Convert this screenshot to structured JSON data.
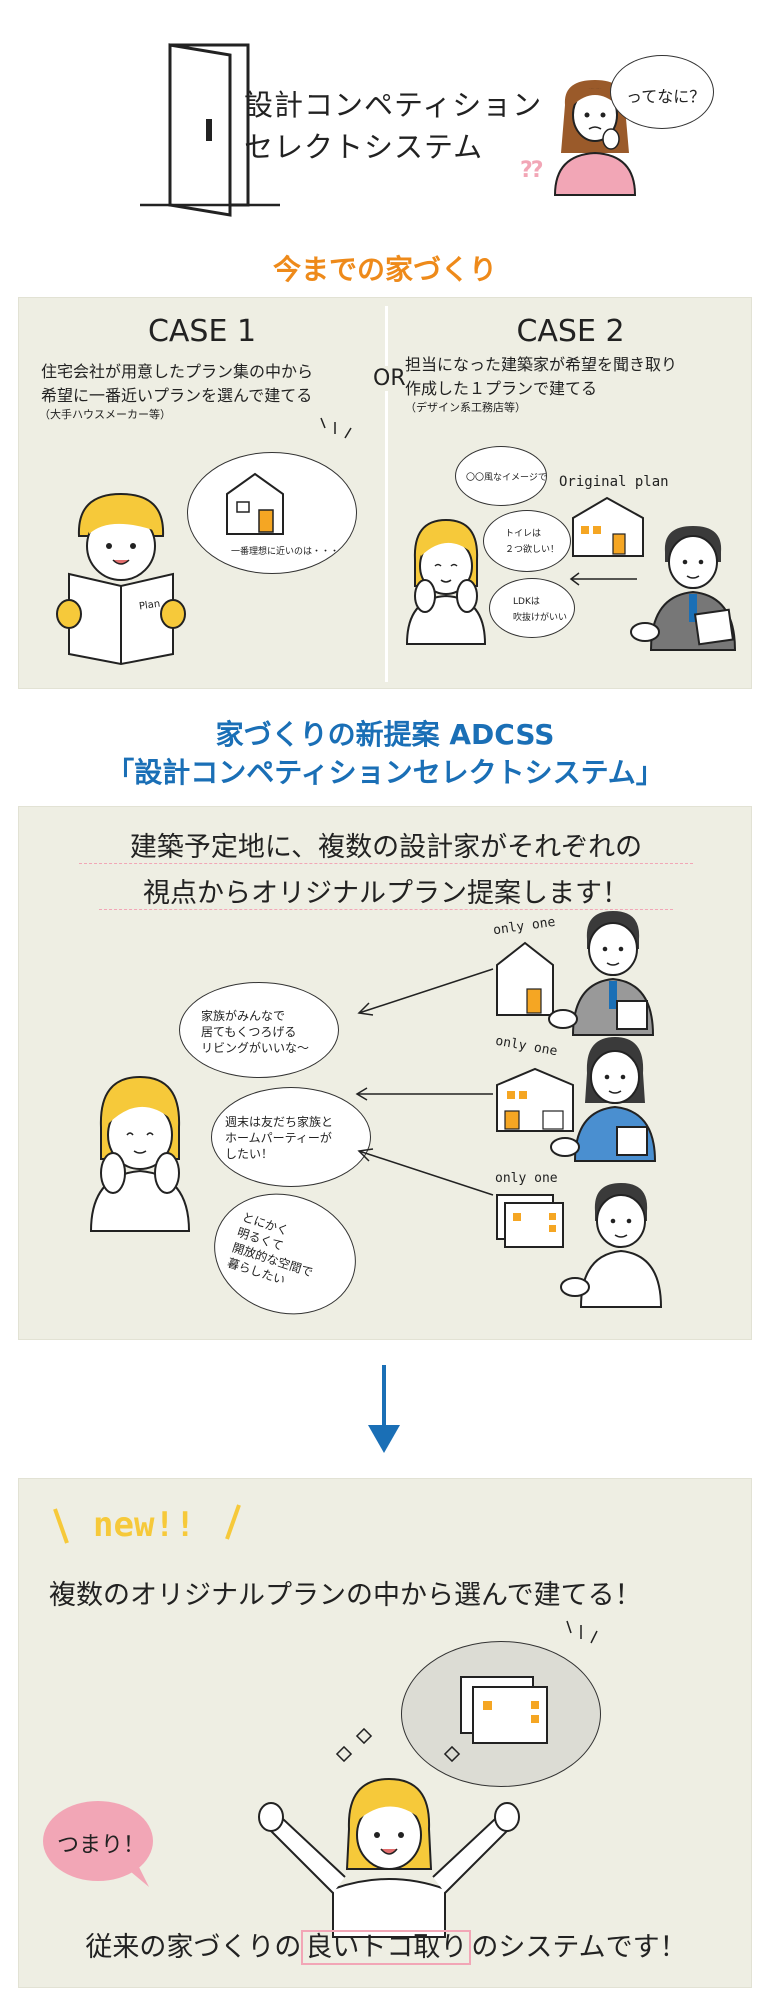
{
  "header": {
    "title_line1": "設計コンペティション",
    "title_line2": "セレクトシステム",
    "question_bubble": "ってなに？",
    "question_marks": "??"
  },
  "section_past": {
    "heading": "今までの家づくり",
    "or_label": "OR",
    "case1": {
      "title": "CASE 1",
      "desc_line1": "住宅会社が用意したプラン集の中から",
      "desc_line2": "希望に一番近いプランを選んで建てる",
      "note": "（大手ハウスメーカー等）",
      "bubble_text": "一番理想に近いのは・・・",
      "book_label": "Plan"
    },
    "case2": {
      "title": "CASE 2",
      "desc_line1": "担当になった建築家が希望を聞き取り",
      "desc_line2": "作成した１プランで建てる",
      "note": "（デザイン系工務店等）",
      "bubble1": "〇〇風なイメージで",
      "bubble2_line1": "トイレは",
      "bubble2_line2": "２つ欲しい！",
      "bubble3_line1": "LDKは",
      "bubble3_line2": "吹抜けがいい",
      "plan_label": "Original plan"
    }
  },
  "section_new": {
    "heading_line1": "家づくりの新提案 ADCSS",
    "heading_line2": "「設計コンペティションセレクトシステム」",
    "lead_line1": "建築予定地に、複数の設計家がそれぞれの",
    "lead_line2": "視点からオリジナルプラン提案します！",
    "only_one": "only one",
    "wish1_line1": "家族がみんなで",
    "wish1_line2": "居てもくつろげる",
    "wish1_line3": "リビングがいいな〜",
    "wish2_line1": "週末は友だち家族と",
    "wish2_line2": "ホームパーティーが",
    "wish2_line3": "したい！",
    "wish3_line1": "とにかく",
    "wish3_line2": "明るくて",
    "wish3_line3": "開放的な空間で",
    "wish3_line4": "暮らしたい"
  },
  "section_result": {
    "badge": "new!!",
    "main_text": "複数のオリジナルプランの中から選んで建てる！",
    "tsumari": "つまり！",
    "bottom_pre": "従来の家づくりの",
    "bottom_highlight": "良いトコ取り",
    "bottom_post": "のシステムです！"
  },
  "colors": {
    "orange": "#ee8a1a",
    "blue": "#1a6fb6",
    "panel_bg": "#eeeee3",
    "yellow_hair": "#f6c93a",
    "pink": "#f2a6b6",
    "suit": "#4a4a4a"
  }
}
